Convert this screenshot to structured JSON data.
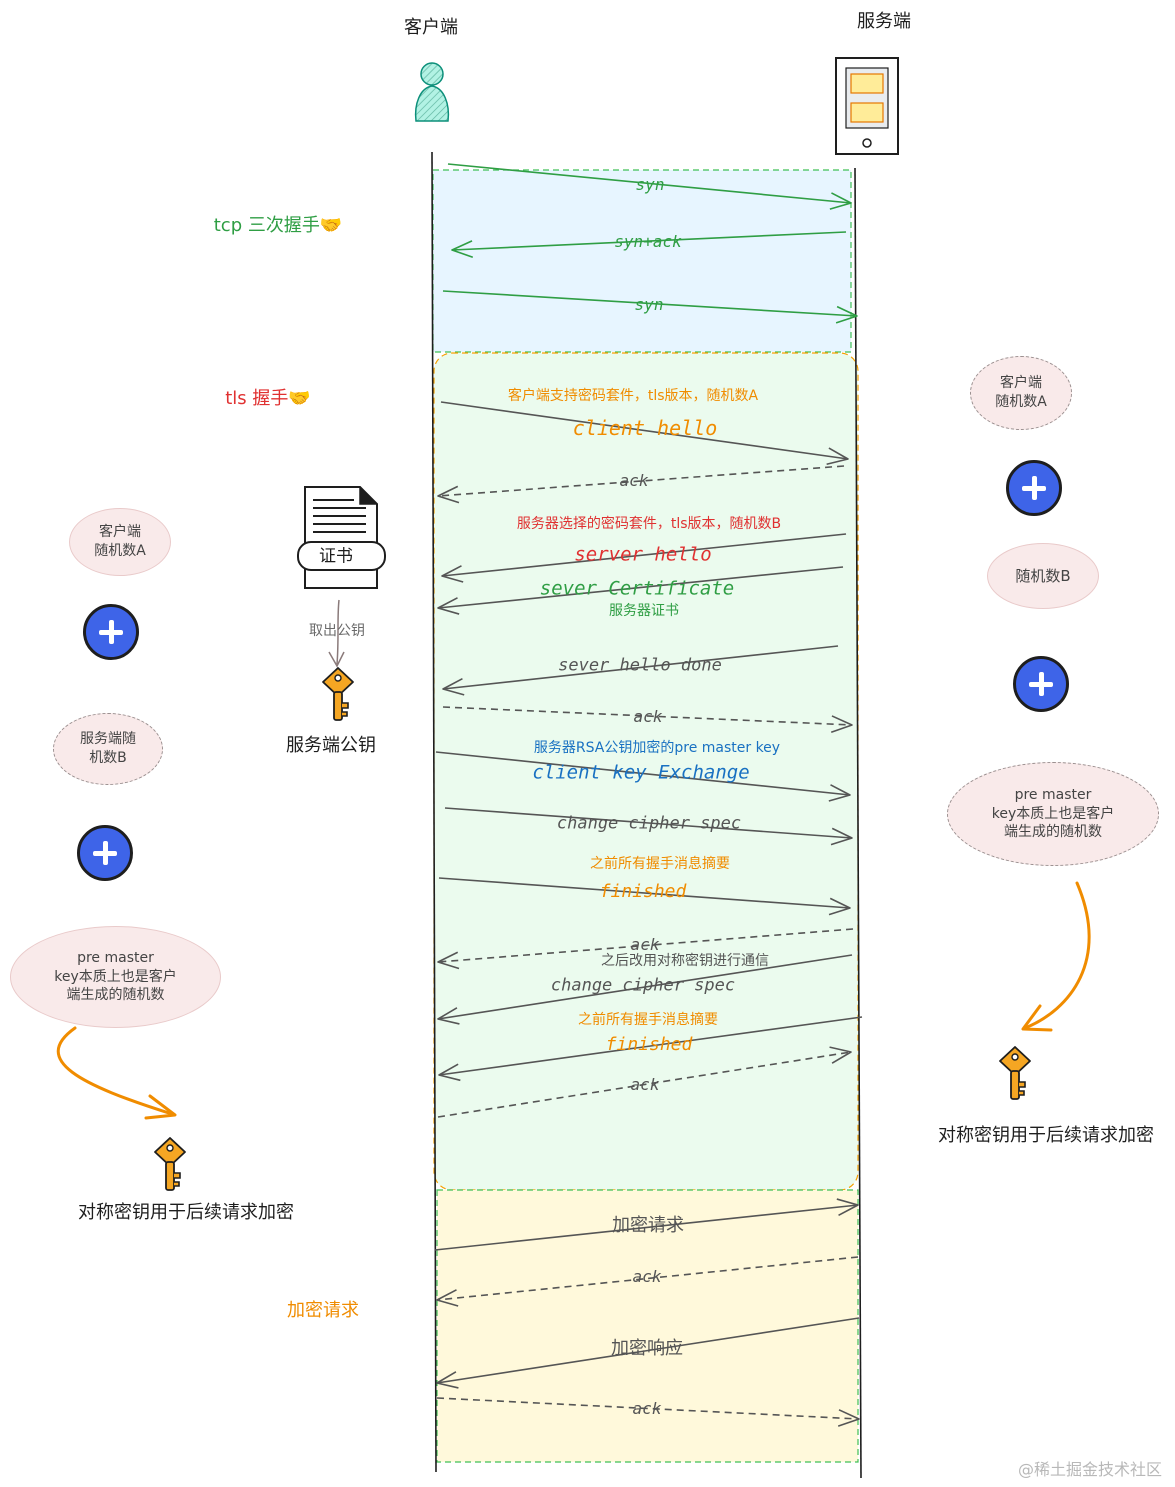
{
  "actors": {
    "client": "客户端",
    "server": "服务端"
  },
  "phases": {
    "tcp": "tcp 三次握手🤝",
    "tls": "tls 握手🤝",
    "enc": "加密请求"
  },
  "messages": [
    {
      "label": "syn"
    },
    {
      "label": "syn+ack"
    },
    {
      "label": "syn"
    },
    {
      "note": "客户端支持密码套件，tls版本，随机数A",
      "label": "client hello"
    },
    {
      "label": "ack"
    },
    {
      "note": "服务器选择的密码套件，tls版本，随机数B",
      "label": "server hello"
    },
    {
      "label": "sever Certificate",
      "note": "服务器证书"
    },
    {
      "label": "sever hello done"
    },
    {
      "label": "ack"
    },
    {
      "note": "服务器RSA公钥加密的pre master key",
      "label": "client key Exchange"
    },
    {
      "label": "change cipher spec"
    },
    {
      "note": "之前所有握手消息摘要",
      "label": "finished"
    },
    {
      "label": "ack",
      "note": "之后改用对称密钥进行通信"
    },
    {
      "label": "change cipher spec"
    },
    {
      "note": "之前所有握手消息摘要",
      "label": "finished"
    },
    {
      "label": "ack"
    },
    {
      "label": "加密请求"
    },
    {
      "label": "ack"
    },
    {
      "label": "加密响应"
    },
    {
      "label": "ack"
    }
  ],
  "left": {
    "cert": "证书",
    "extract": "取出公钥",
    "pubkey": "服务端公钥",
    "client_random": "客户端\n随机数A",
    "server_random": "服务端随\n机数B",
    "pre_master": "pre master\nkey本质上也是客户\n端生成的随机数",
    "sym_key": "对称密钥用于后续请求加密"
  },
  "right": {
    "client_random": "客户端\n随机数A",
    "random_b": "随机数B",
    "pre_master": "pre master\nkey本质上也是客户\n端生成的随机数",
    "sym_key": "对称密钥用于后续请求加密"
  },
  "watermark": "@稀土掘金技术社区",
  "colors": {
    "tcp": "#2f9e44",
    "tls_title": "#e03131",
    "note_orange": "#f08c00",
    "note_red": "#e03131",
    "note_blue": "#1971c2",
    "gray": "#555555",
    "plus": "#3e64e8"
  }
}
